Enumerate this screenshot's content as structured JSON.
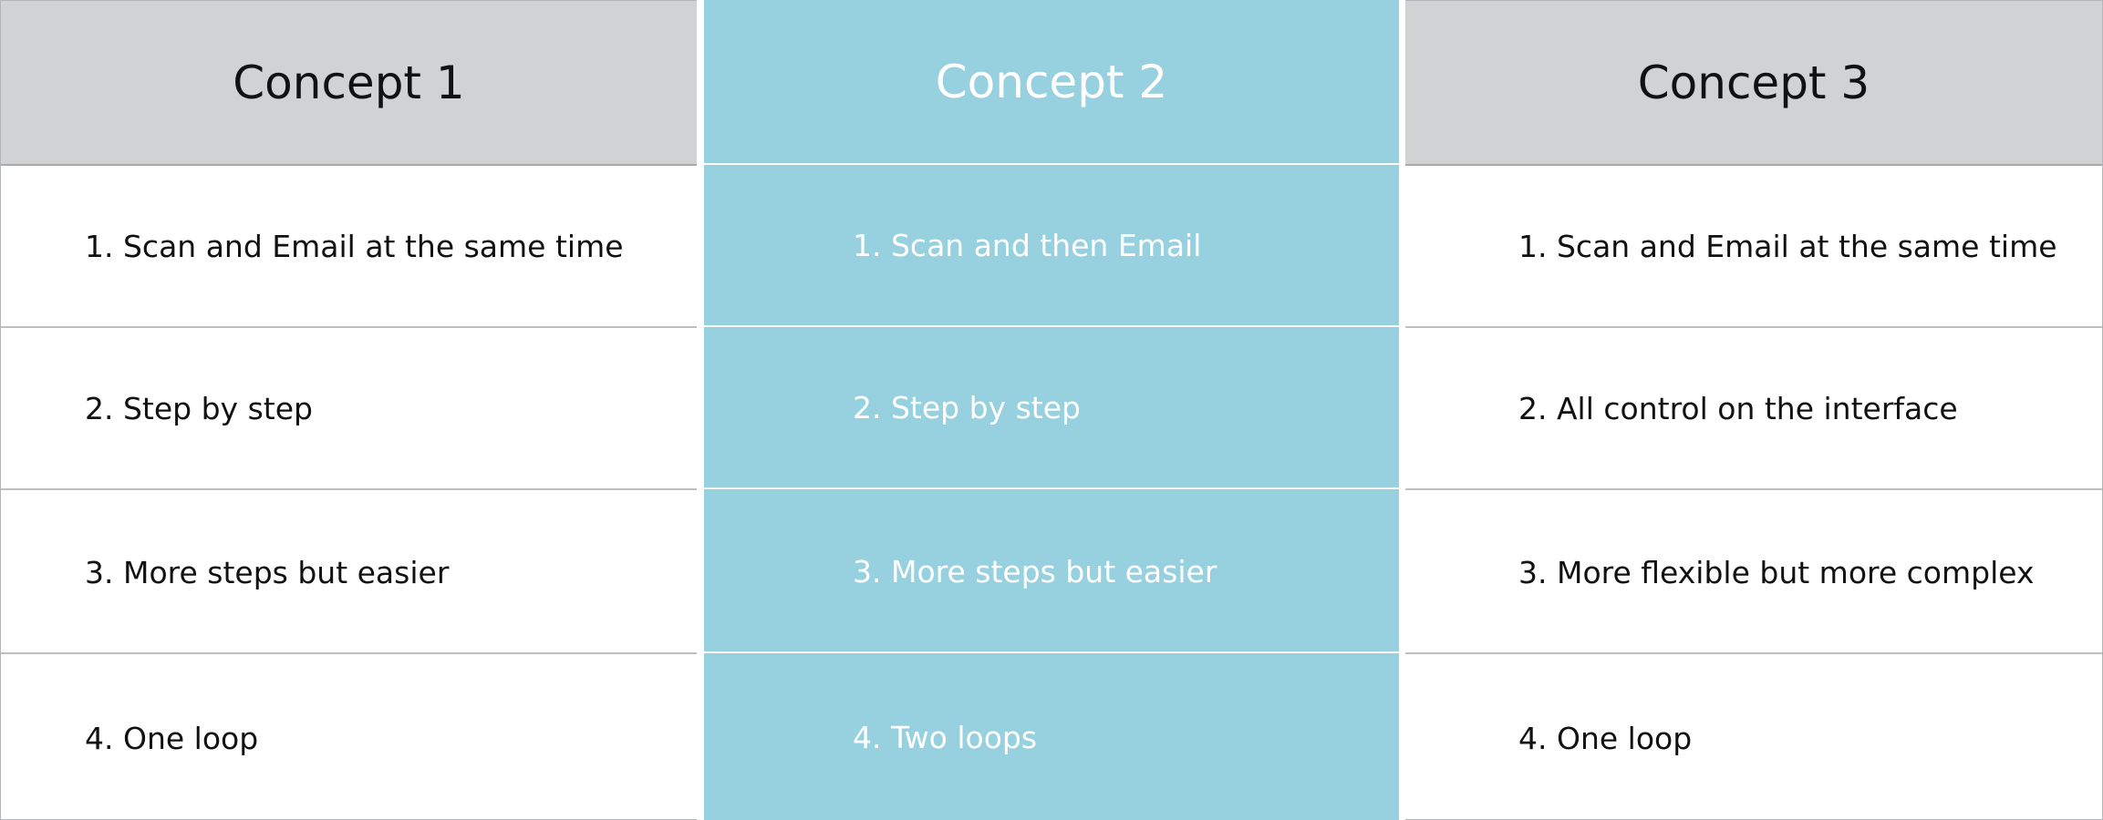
{
  "columns": [
    {
      "title": "Concept 1",
      "items": [
        "1. Scan and Email at the same time",
        "2. Step by step",
        "3. More steps but easier",
        "4. One loop"
      ]
    },
    {
      "title": "Concept 2",
      "items": [
        "1. Scan and then Email",
        "2. Step by step",
        "3. More steps but easier",
        "4. Two loops"
      ]
    },
    {
      "title": "Concept 3",
      "items": [
        "1. Scan and Email at the same time",
        "2. All control on the interface",
        "3. More flexible but more complex",
        "4. One loop"
      ]
    }
  ],
  "colors": {
    "header_gray": "#d1d2d4",
    "highlight_blue": "#97d1df",
    "text_dark": "#111111",
    "text_light": "#ffffff",
    "border_gray": "#bdbfc1"
  }
}
